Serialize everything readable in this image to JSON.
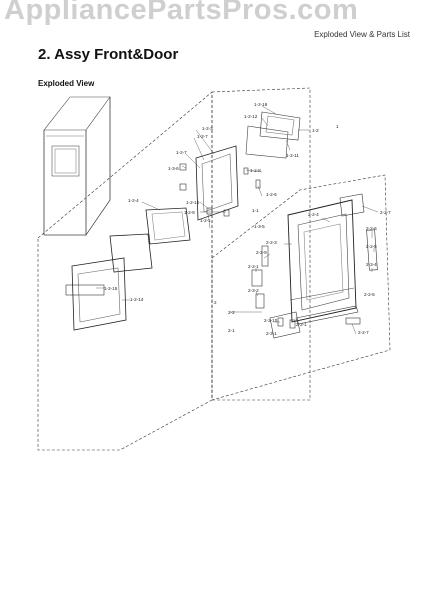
{
  "watermark": "AppliancePartsPros.com",
  "header_note": "Exploded View & Parts List",
  "title": "2.  Assy Front&Door",
  "subtitle": "Exploded View",
  "labels": {
    "l1_2_16": "1-2-16",
    "l1_2_12": "1-2-12",
    "l1_2_11": "1-2-11",
    "l1_2": "1-2",
    "l1": "1",
    "l1_2_3": "1-2-3",
    "l1_2_7": "1-2-7",
    "l1_2_7b": "1-2-7",
    "l1_3_6": "1-3-6",
    "l1_2_8": "1-2-8",
    "l1_2_6": "1-2-6",
    "l1_2_4": "1-2-4",
    "l1_2_10": "1-2-10",
    "l1_2_9": "1-2-9",
    "l1_2_1": "1-2-1",
    "l1_1": "1-1",
    "l1_3_5": "1-3-5",
    "l1_2_15": "1-2-15",
    "l1_2_14": "1-2-14",
    "l2_2_7": "2-2-7",
    "l2_2_4": "2-2-4",
    "l2_2_6": "2-2-6",
    "l2_2_3": "2-2-3",
    "l2_2_9": "2-2-9",
    "l2_2_8": "2-2-8",
    "l2_2_1": "2-2-1",
    "l2_3_2": "2-3-2",
    "l2_3_4": "2-3-4",
    "l2_2_5": "2-2-5",
    "l2": "2",
    "l2_2": "2-2",
    "l2_3_10": "2-3-10",
    "l2_2_1b": "2-2-1",
    "l2_1": "2-1",
    "l2_3_1": "2-3-1",
    "l2_2_7b": "2-2-7"
  }
}
